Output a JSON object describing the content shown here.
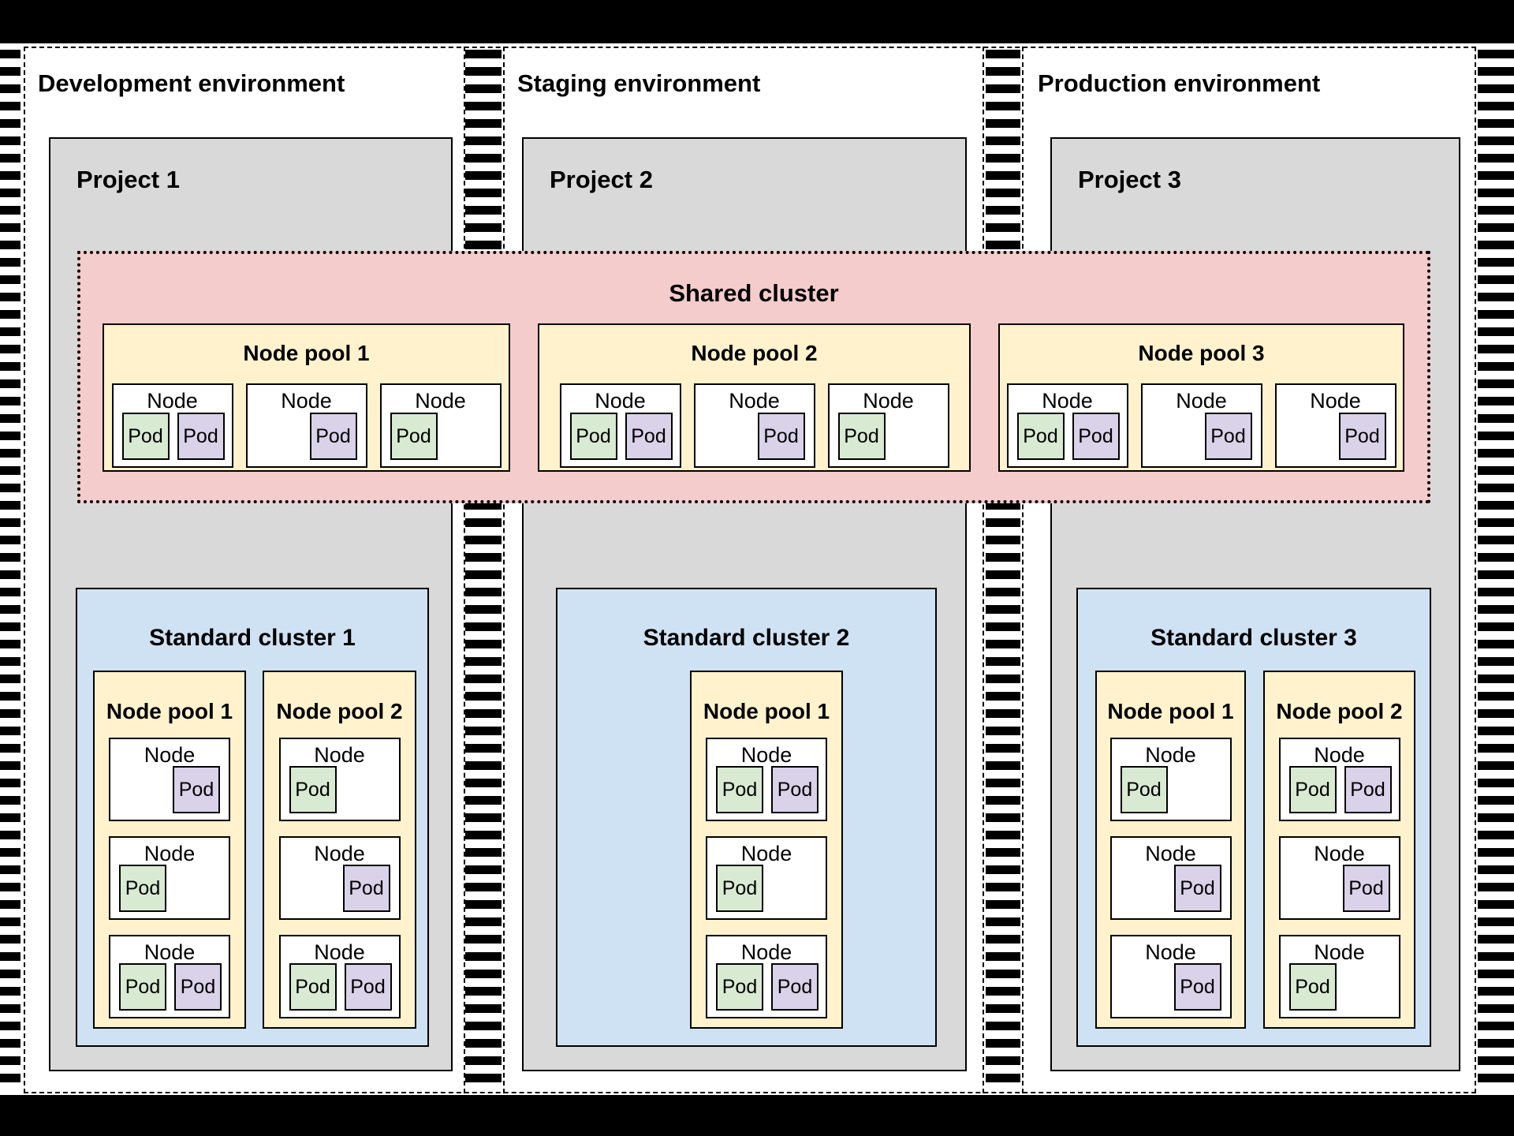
{
  "labels": {
    "node": "Node",
    "pod": "Pod"
  },
  "colors": {
    "project_gray": "#d9d9d9",
    "shared_cluster_pink": "#f4cccc",
    "node_pool_yellow": "#fff2cc",
    "standard_cluster_blue": "#cfe2f3",
    "pod_green": "#d9ead3",
    "pod_purple": "#d9d2e9"
  },
  "shared_cluster": {
    "title": "Shared cluster",
    "pools": [
      {
        "title": "Node pool 1",
        "nodes": [
          {
            "label": "Node",
            "align": "pair",
            "pods": [
              {
                "label": "Pod",
                "color": "green"
              },
              {
                "label": "Pod",
                "color": "purple"
              }
            ]
          },
          {
            "label": "Node",
            "align": "right",
            "pods": [
              {
                "label": "Pod",
                "color": "purple"
              }
            ]
          },
          {
            "label": "Node",
            "align": "left",
            "pods": [
              {
                "label": "Pod",
                "color": "green"
              }
            ]
          }
        ]
      },
      {
        "title": "Node pool 2",
        "nodes": [
          {
            "label": "Node",
            "align": "pair",
            "pods": [
              {
                "label": "Pod",
                "color": "green"
              },
              {
                "label": "Pod",
                "color": "purple"
              }
            ]
          },
          {
            "label": "Node",
            "align": "right",
            "pods": [
              {
                "label": "Pod",
                "color": "purple"
              }
            ]
          },
          {
            "label": "Node",
            "align": "left",
            "pods": [
              {
                "label": "Pod",
                "color": "green"
              }
            ]
          }
        ]
      },
      {
        "title": "Node pool 3",
        "nodes": [
          {
            "label": "Node",
            "align": "pair",
            "pods": [
              {
                "label": "Pod",
                "color": "green"
              },
              {
                "label": "Pod",
                "color": "purple"
              }
            ]
          },
          {
            "label": "Node",
            "align": "right",
            "pods": [
              {
                "label": "Pod",
                "color": "purple"
              }
            ]
          },
          {
            "label": "Node",
            "align": "right",
            "pods": [
              {
                "label": "Pod",
                "color": "purple"
              }
            ]
          }
        ]
      }
    ]
  },
  "environments": [
    {
      "title": "Development environment",
      "project": {
        "title": "Project 1",
        "cluster": {
          "title": "Standard cluster 1",
          "pools": [
            {
              "title": "Node pool 1",
              "nodes": [
                {
                  "label": "Node",
                  "align": "right",
                  "pods": [
                    {
                      "label": "Pod",
                      "color": "purple"
                    }
                  ]
                },
                {
                  "label": "Node",
                  "align": "left",
                  "pods": [
                    {
                      "label": "Pod",
                      "color": "green"
                    }
                  ]
                },
                {
                  "label": "Node",
                  "align": "pair",
                  "pods": [
                    {
                      "label": "Pod",
                      "color": "green"
                    },
                    {
                      "label": "Pod",
                      "color": "purple"
                    }
                  ]
                }
              ]
            },
            {
              "title": "Node pool 2",
              "nodes": [
                {
                  "label": "Node",
                  "align": "left",
                  "pods": [
                    {
                      "label": "Pod",
                      "color": "green"
                    }
                  ]
                },
                {
                  "label": "Node",
                  "align": "right",
                  "pods": [
                    {
                      "label": "Pod",
                      "color": "purple"
                    }
                  ]
                },
                {
                  "label": "Node",
                  "align": "pair",
                  "pods": [
                    {
                      "label": "Pod",
                      "color": "green"
                    },
                    {
                      "label": "Pod",
                      "color": "purple"
                    }
                  ]
                }
              ]
            }
          ]
        }
      }
    },
    {
      "title": "Staging environment",
      "project": {
        "title": "Project 2",
        "cluster": {
          "title": "Standard cluster 2",
          "pools": [
            {
              "title": "Node pool 1",
              "nodes": [
                {
                  "label": "Node",
                  "align": "pair",
                  "pods": [
                    {
                      "label": "Pod",
                      "color": "green"
                    },
                    {
                      "label": "Pod",
                      "color": "purple"
                    }
                  ]
                },
                {
                  "label": "Node",
                  "align": "left",
                  "pods": [
                    {
                      "label": "Pod",
                      "color": "green"
                    }
                  ]
                },
                {
                  "label": "Node",
                  "align": "pair",
                  "pods": [
                    {
                      "label": "Pod",
                      "color": "green"
                    },
                    {
                      "label": "Pod",
                      "color": "purple"
                    }
                  ]
                }
              ]
            }
          ]
        }
      }
    },
    {
      "title": "Production environment",
      "project": {
        "title": "Project 3",
        "cluster": {
          "title": "Standard cluster 3",
          "pools": [
            {
              "title": "Node pool 1",
              "nodes": [
                {
                  "label": "Node",
                  "align": "left",
                  "pods": [
                    {
                      "label": "Pod",
                      "color": "green"
                    }
                  ]
                },
                {
                  "label": "Node",
                  "align": "right",
                  "pods": [
                    {
                      "label": "Pod",
                      "color": "purple"
                    }
                  ]
                },
                {
                  "label": "Node",
                  "align": "right",
                  "pods": [
                    {
                      "label": "Pod",
                      "color": "purple"
                    }
                  ]
                }
              ]
            },
            {
              "title": "Node pool 2",
              "nodes": [
                {
                  "label": "Node",
                  "align": "pair",
                  "pods": [
                    {
                      "label": "Pod",
                      "color": "green"
                    },
                    {
                      "label": "Pod",
                      "color": "purple"
                    }
                  ]
                },
                {
                  "label": "Node",
                  "align": "right",
                  "pods": [
                    {
                      "label": "Pod",
                      "color": "purple"
                    }
                  ]
                },
                {
                  "label": "Node",
                  "align": "left",
                  "pods": [
                    {
                      "label": "Pod",
                      "color": "green"
                    }
                  ]
                }
              ]
            }
          ]
        }
      }
    }
  ]
}
